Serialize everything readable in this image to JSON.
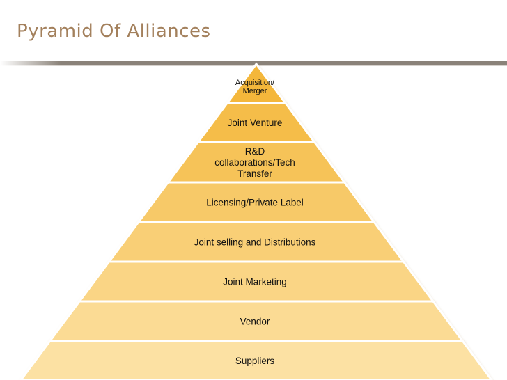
{
  "slide": {
    "title": "Pyramid Of Alliances",
    "colors": {
      "title": "#a3805c",
      "rule": "#8a8279",
      "tier_top": "#f4b73a",
      "tier_bottom": "#fce1a3",
      "tier_border": "#ffffff"
    }
  },
  "pyramid": {
    "tiers": [
      {
        "lines": [
          "Acquisition/",
          "Merger"
        ]
      },
      {
        "lines": [
          "Joint Venture"
        ]
      },
      {
        "lines": [
          "R&D",
          "collaborations/Tech",
          "Transfer"
        ]
      },
      {
        "lines": [
          "Licensing/Private Label"
        ]
      },
      {
        "lines": [
          "Joint selling and Distributions"
        ]
      },
      {
        "lines": [
          "Joint Marketing"
        ]
      },
      {
        "lines": [
          "Vendor"
        ]
      },
      {
        "lines": [
          "Suppliers"
        ]
      }
    ]
  }
}
